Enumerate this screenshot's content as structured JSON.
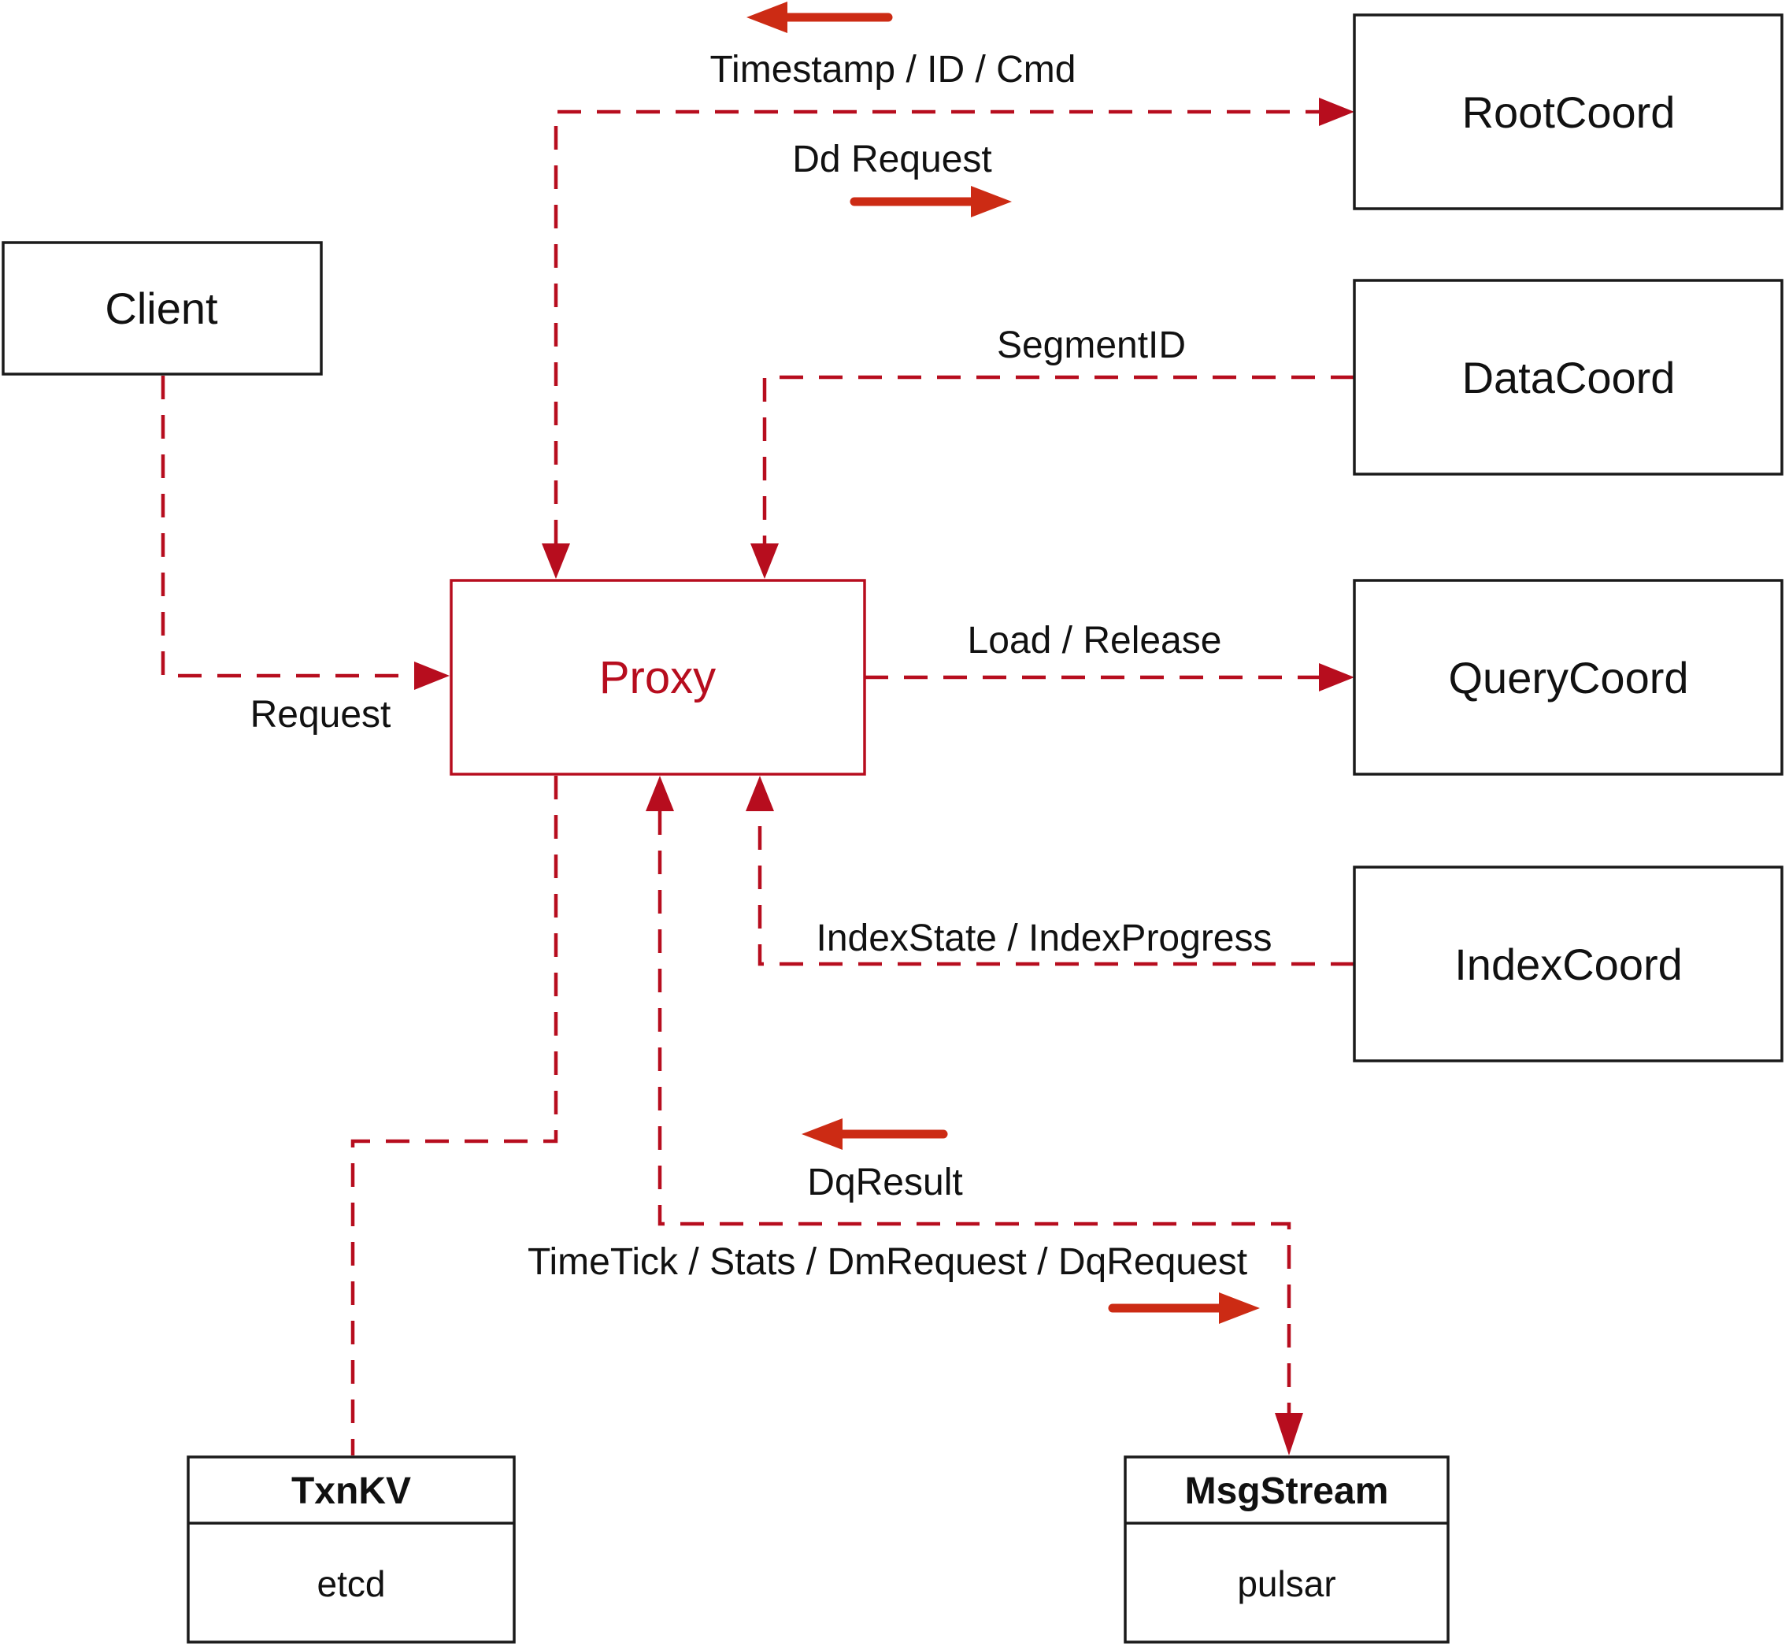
{
  "diagram": {
    "type": "architecture-flow-diagram",
    "nodes": {
      "client": {
        "label": "Client"
      },
      "rootcoord": {
        "label": "RootCoord"
      },
      "datacoord": {
        "label": "DataCoord"
      },
      "querycoord": {
        "label": "QueryCoord"
      },
      "indexcoord": {
        "label": "IndexCoord"
      },
      "proxy": {
        "label": "Proxy"
      },
      "txnkv": {
        "title": "TxnKV",
        "subtitle": "etcd"
      },
      "msgstream": {
        "title": "MsgStream",
        "subtitle": "pulsar"
      }
    },
    "edges": {
      "client_to_proxy": {
        "label": "Request"
      },
      "proxy_rootcoord": {
        "label_return": "Timestamp / ID / Cmd",
        "label_send": "Dd Request"
      },
      "datacoord_to_proxy": {
        "label": "SegmentID"
      },
      "proxy_to_querycoord": {
        "label": "Load / Release"
      },
      "indexcoord_to_proxy": {
        "label": "IndexState / IndexProgress"
      },
      "proxy_to_txnkv": {
        "label": ""
      },
      "proxy_msgstream": {
        "label_return": "DqResult",
        "label_send": "TimeTick / Stats / DmRequest / DqRequest"
      }
    },
    "colors": {
      "line": "#b70d1e",
      "solid_arrow": "#cc2b14",
      "text": "#111111",
      "border": "#1a1a1a",
      "background": "#ffffff"
    }
  }
}
